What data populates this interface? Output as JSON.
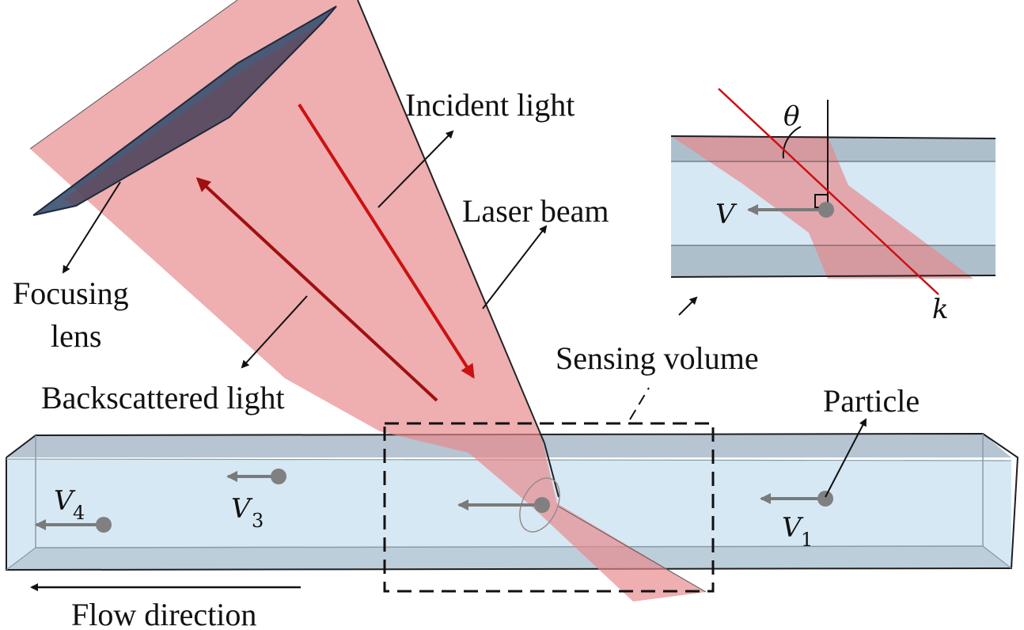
{
  "labels": {
    "incident_light": "Incident light",
    "laser_beam": "Laser beam",
    "focusing_lens_line1": "Focusing",
    "focusing_lens_line2": "lens",
    "backscattered_light": "Backscattered light",
    "sensing_volume": "Sensing volume",
    "particle": "Particle",
    "flow_direction": "Flow direction"
  },
  "velocities": [
    {
      "symbol": "V",
      "subscript": "4"
    },
    {
      "symbol": "V",
      "subscript": "3"
    },
    {
      "symbol": "V",
      "subscript": "1"
    }
  ],
  "inset": {
    "angle_symbol": "θ",
    "velocity_symbol": "V",
    "wave_vector_symbol": "k"
  },
  "colors": {
    "beam_fill": "#e8888a",
    "channel_fill": "#d6e8f4",
    "channel_edge": "#1e1e1e",
    "lens_fill": "#3a5070",
    "arrow_red": "#cc1111",
    "particle_gray": "#808080"
  }
}
